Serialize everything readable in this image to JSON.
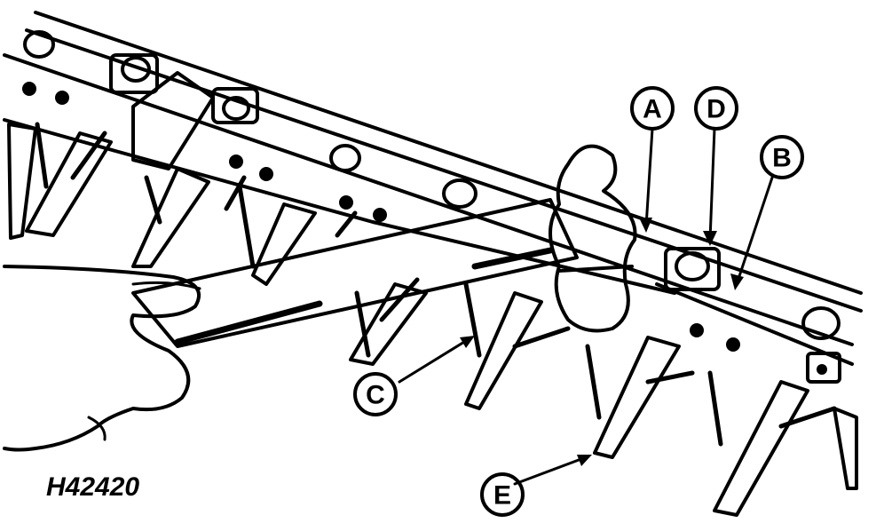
{
  "figure_id": "H42420",
  "callouts": {
    "a": "A",
    "b": "B",
    "c": "C",
    "d": "D",
    "e": "E"
  },
  "ink_color": "#000000",
  "paper_color": "#ffffff"
}
